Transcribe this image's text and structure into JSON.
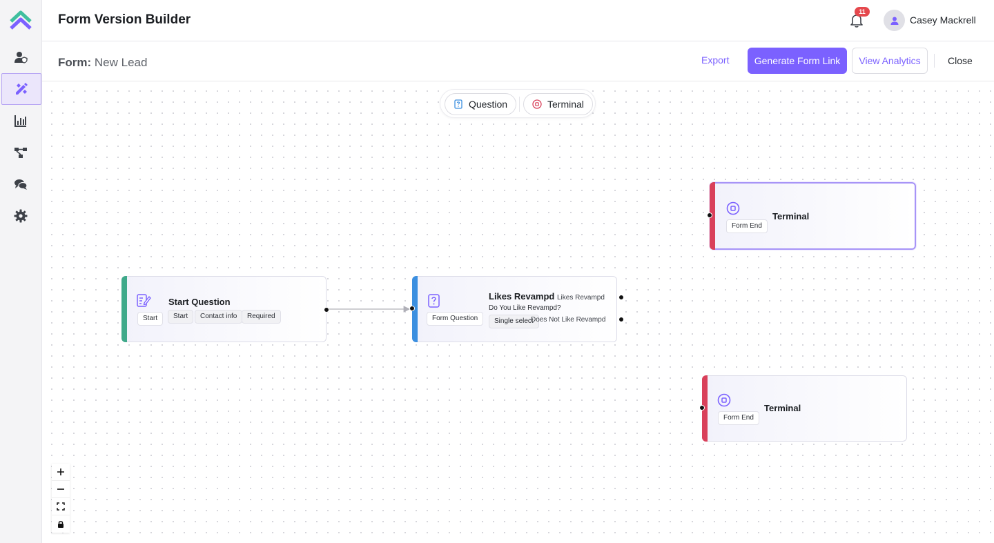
{
  "app": {
    "title": "Form Version Builder"
  },
  "sidebar": {
    "items": [
      {
        "name": "users",
        "icon": "user-shield-icon"
      },
      {
        "name": "builder",
        "icon": "design-tools-icon",
        "active": true
      },
      {
        "name": "analytics",
        "icon": "bar-chart-icon"
      },
      {
        "name": "flows",
        "icon": "flow-tree-icon"
      },
      {
        "name": "messages",
        "icon": "chat-bubbles-icon"
      },
      {
        "name": "settings",
        "icon": "gear-icon"
      }
    ]
  },
  "header": {
    "notifications_count": "11",
    "user_name": "Casey Mackrell"
  },
  "form": {
    "label": "Form:",
    "name": "New Lead",
    "export_label": "Export",
    "generate_label": "Generate Form Link",
    "analytics_label": "View Analytics",
    "close_label": "Close"
  },
  "palette": {
    "question_label": "Question",
    "terminal_label": "Terminal"
  },
  "nodes": {
    "start": {
      "title": "Start Question",
      "type_chip": "Start",
      "tags": [
        "Start",
        "Contact info",
        "Required"
      ]
    },
    "likes": {
      "title": "Likes Revampd",
      "subtitle": "Do You Like Revampd?",
      "type_chip": "Form Question",
      "tag": "Single select",
      "outputs": [
        "Likes Revampd",
        "Does Not Like Revampd"
      ]
    },
    "terminal1": {
      "title": "Terminal",
      "type_chip": "Form End"
    },
    "terminal2": {
      "title": "Terminal",
      "type_chip": "Form End"
    }
  },
  "colors": {
    "accent": "#7b61ff",
    "start_bar": "#3fa98a",
    "question_bar": "#3b8fe0",
    "terminal_bar": "#d9405a",
    "badge": "#e5484d"
  }
}
